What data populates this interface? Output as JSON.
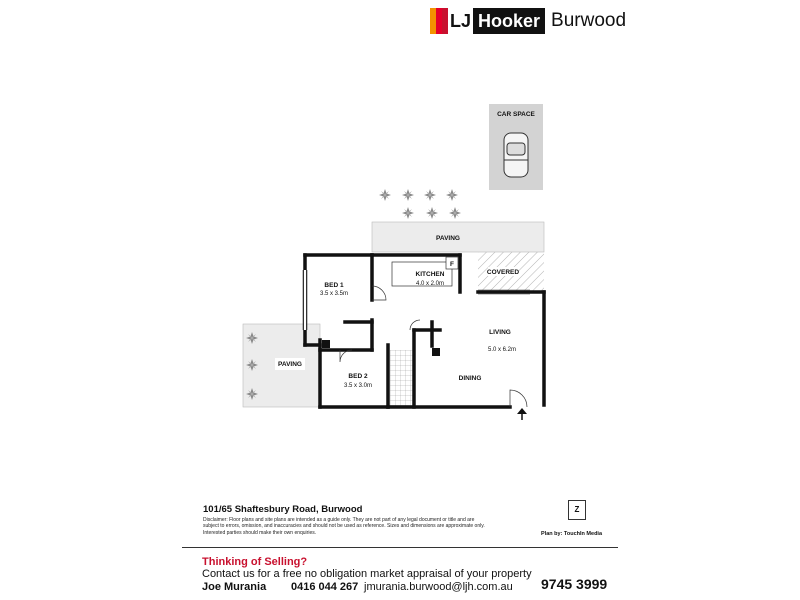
{
  "brand": {
    "lj": "LJ",
    "name": "Hooker",
    "branch": "Burwood",
    "stripe_colors": [
      "#f39200",
      "#e4002b",
      "#c8102e",
      "#6a0f1a"
    ]
  },
  "floorplan": {
    "car_space": "CAR SPACE",
    "paving_top": "PAVING",
    "paving_left": "PAVING",
    "covered": "COVERED",
    "fridge": "F",
    "bed1": {
      "name": "BED 1",
      "size": "3.5 x 3.5m"
    },
    "kitchen": {
      "name": "KITCHEN",
      "size": "4.0 x 2.0m"
    },
    "living": {
      "name": "LIVING",
      "size": "5.0 x 6.2m"
    },
    "dining": {
      "name": "DINING"
    },
    "bed2": {
      "name": "BED 2",
      "size": "3.5 x 3.0m"
    }
  },
  "footer": {
    "address": "101/65 Shaftesbury Road, Burwood",
    "disclaimer": "Disclaimer: Floor plans and site plans are intended as a guide only. They are not part of any legal document or title and are subject to errors, omission, and inaccuracies and should not be used as reference. Sizes and dimensions are approximate only. Interested parties should make their own enquiries.",
    "plan_by": "Plan by: TouchIn Media",
    "selling": "Thinking of Selling?",
    "contact": "Contact us for a free no obligation market appraisal of your property",
    "agent": "Joe Murania",
    "agent_phone": "0416 044 267",
    "agent_email": "jmurania.burwood@ljh.com.au",
    "office_phone": "9745 3999"
  }
}
